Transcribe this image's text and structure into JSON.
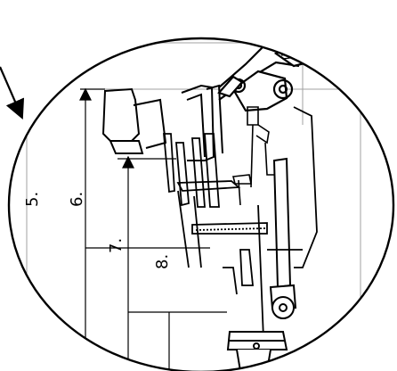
{
  "diagram": {
    "labels": {
      "label_5": "5.",
      "label_6": "6.",
      "label_7": "7.",
      "label_8": "8."
    },
    "colors": {
      "line": "#000000",
      "light_line": "#9a9a9a",
      "background": "#ffffff"
    }
  }
}
